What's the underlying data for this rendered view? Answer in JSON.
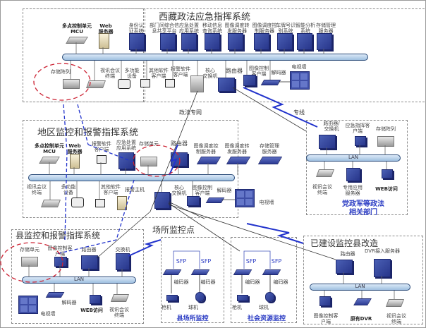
{
  "zones": {
    "provincial": {
      "title": "西藏政法应急指挥系统",
      "top_devices": [
        "多点控制单元\nMCU",
        "Web\n服务器",
        "身份认\n证系统",
        "部门间综合信\n息共享平台",
        "应急处置\n应用系统",
        "移动信息\n查询系统",
        "图像调度转\n发服务器",
        "图像调度控\n制服务器",
        "车牌号识\n别系统",
        "智能分析\n系统",
        "存储管理\n服务器"
      ],
      "bottom_devices": [
        "存储阵列",
        "视讯会议\n终端",
        "多功能\n设备",
        "其他软件\n客户端",
        "报警软件\n客户端",
        "核心\n交换机",
        "路由器",
        "图像控制\n客户端",
        "解码器",
        "电视墙"
      ]
    },
    "regional": {
      "title": "地区监控和报警指挥系统",
      "top_devices": [
        "多点控制单元\nMCU",
        "Web\n服务器",
        "报警软件\n客户端",
        "应急处置\n应用系统",
        "存储单元",
        "路由器",
        "图像调度控\n制服务器",
        "图像调度转\n发服务器",
        "存储管理\n服务器"
      ],
      "bottom_devices": [
        "视讯会议\n终端",
        "多功能\n设备",
        "其他软件\n客户端",
        "报警主机",
        "核心\n交换机",
        "图像控制\n客户端",
        "解码器",
        "电视墙"
      ]
    },
    "party": {
      "top_devices": [
        "路由器/\n交换机",
        "应急指挥客\n户端",
        "存储阵列"
      ],
      "lan_label": "LAN",
      "bottom_devices": [
        "视讯会议\n终端",
        "专用应用\n服务器",
        "WEB访问"
      ],
      "caption": "党政军等政法\n相关部门"
    },
    "county": {
      "title": "县监控和报警指挥系统",
      "top_devices": [
        "存储单元",
        "图像控制客\n户端",
        "路由器",
        "交换机"
      ],
      "lan_label": "LAN",
      "bottom_devices": [
        "电视墙",
        "解码器",
        "WEB访问",
        "视讯会议\n终端"
      ]
    },
    "sites": {
      "title": "场所监控点",
      "groups": [
        {
          "caption": "县场所监控",
          "sfp": [
            "SFP",
            "SFP"
          ],
          "encoder": [
            "编码器",
            "编码器"
          ],
          "cameras": [
            "枪机",
            "球机"
          ]
        },
        {
          "caption": "社会资源监控",
          "sfp": [
            "SFP",
            "SFP"
          ],
          "encoder": [
            "编码器",
            "编码器"
          ],
          "cameras": [
            "枪机",
            "球机"
          ]
        }
      ]
    },
    "legacy": {
      "title": "已建设监控县改造",
      "top_devices": [
        "路由器",
        "DVR接入服务器"
      ],
      "lan_label": "LAN",
      "bottom_devices": [
        "图像控制客\n户端",
        "原有DVR",
        "视讯会议\n终端"
      ]
    }
  },
  "links": {
    "network_label": "政法专网",
    "line_label": "专线"
  },
  "colors": {
    "device_blue": "#2d3c94",
    "link_blue": "#2233cc",
    "storage_ring": "#cc2233",
    "caption_blue": "#2b3cc4"
  }
}
